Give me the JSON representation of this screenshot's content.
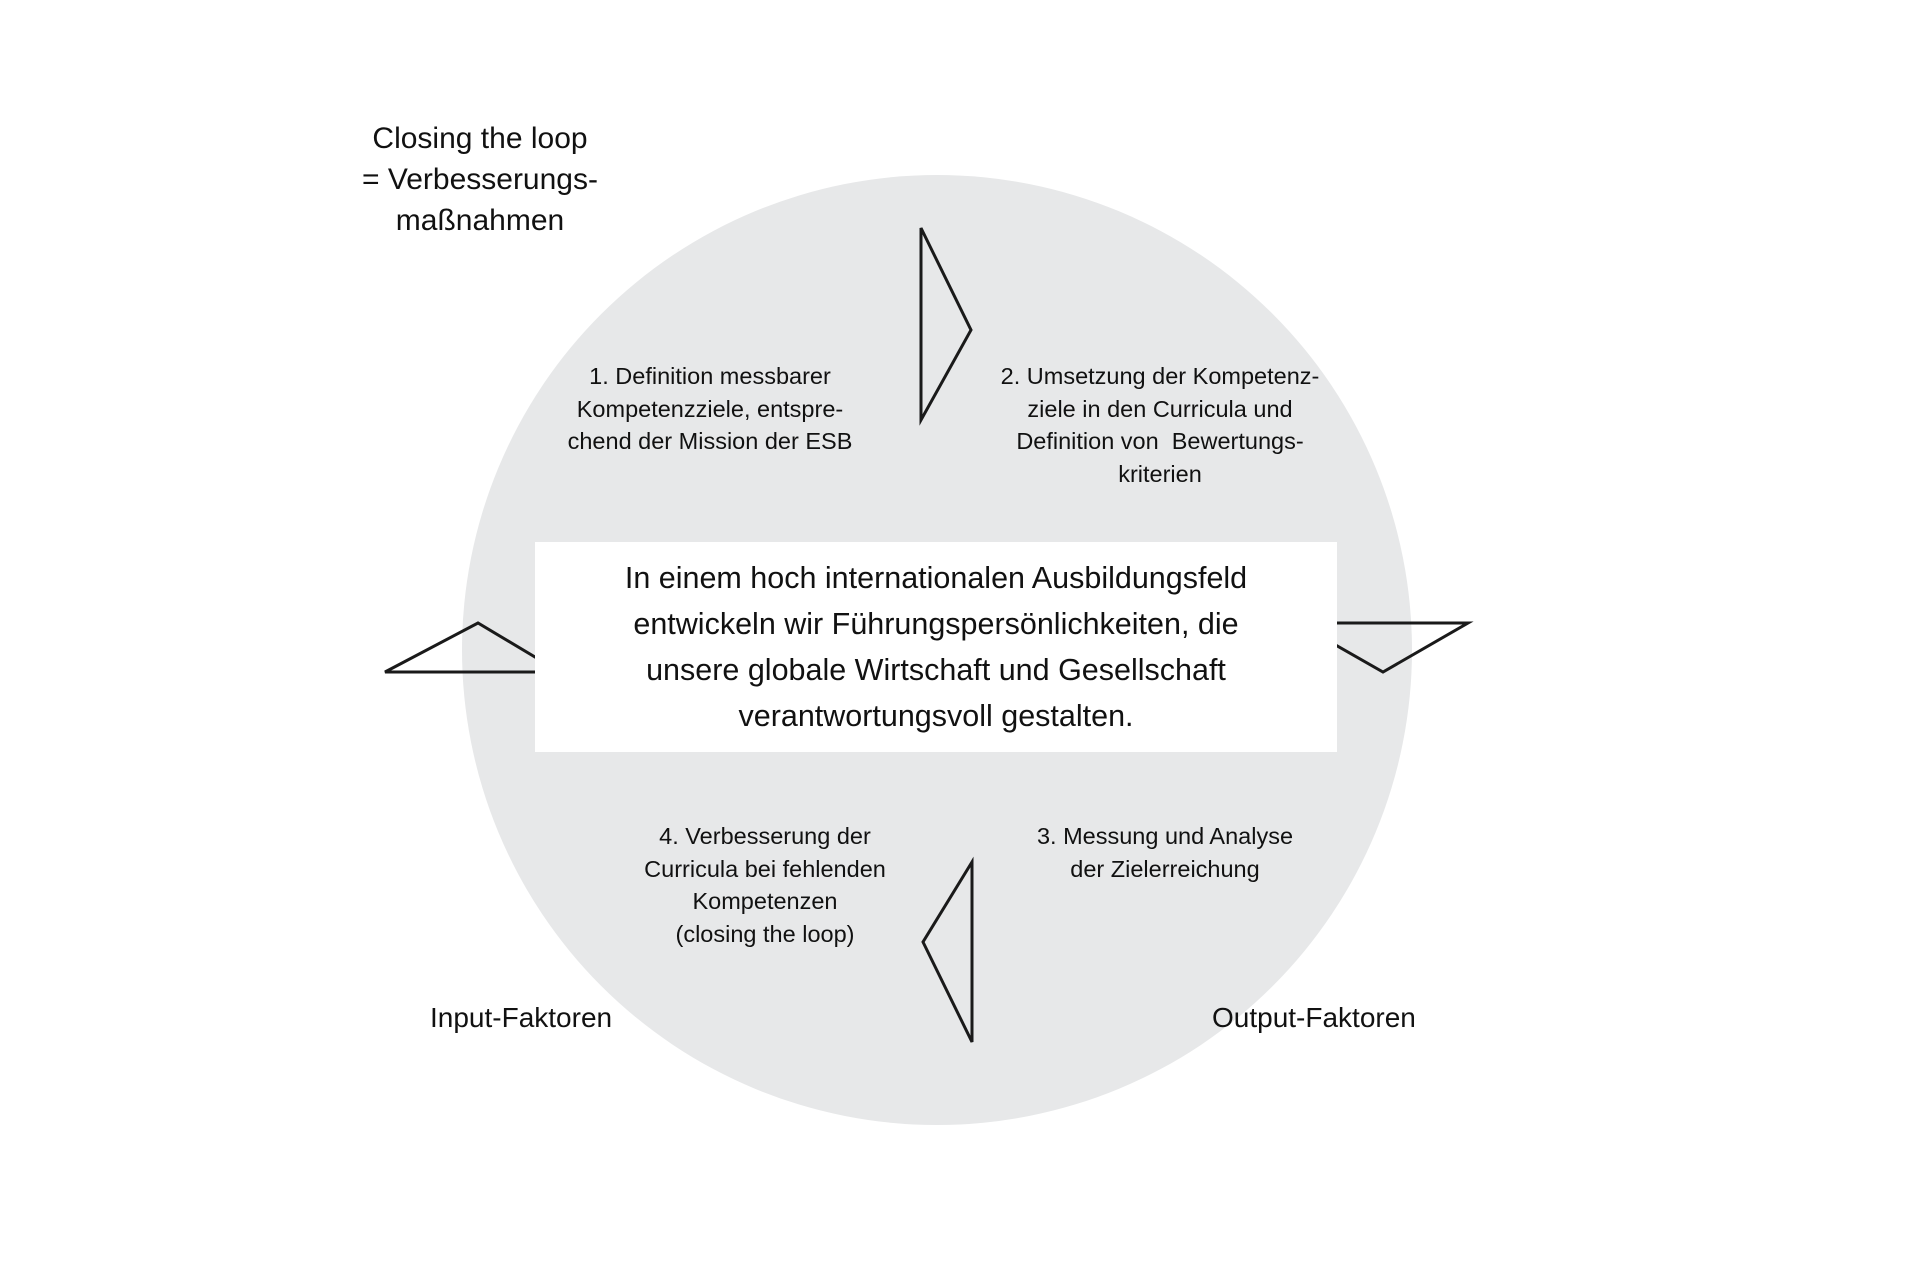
{
  "diagram": {
    "title_block": {
      "name": "closing-the-loop-headline",
      "lines": [
        "Closing the loop",
        "= Verbesserungs-",
        "maßnahmen"
      ]
    },
    "mission_statement": {
      "name": "mission-statement",
      "lines": [
        "In einem hoch internationalen Ausbildungsfeld",
        "entwickeln wir Führungspersönlichkeiten, die",
        "unsere globale Wirtschaft und Gesellschaft",
        "verantwortungsvoll gestalten."
      ]
    },
    "steps": [
      {
        "number": "1",
        "name": "step-1-definition",
        "lines": [
          "1. Definition messbarer",
          "Kompetenzziele, entspre-",
          "chend der Mission der ESB"
        ]
      },
      {
        "number": "2",
        "name": "step-2-umsetzung",
        "lines": [
          "2. Umsetzung der Kompetenz-",
          "ziele in den Curricula und",
          "Definition von  Bewertungs-",
          "kriterien"
        ]
      },
      {
        "number": "3",
        "name": "step-3-messung",
        "lines": [
          "3. Messung und Analyse",
          "der Zielerreichung"
        ]
      },
      {
        "number": "4",
        "name": "step-4-verbesserung",
        "lines": [
          "4. Verbesserung der",
          "Curricula bei fehlenden",
          "Kompetenzen",
          "(closing the loop)"
        ]
      }
    ],
    "side_labels": {
      "input": "Input-Faktoren",
      "output": "Output-Faktoren"
    },
    "arrows": [
      {
        "name": "arrow-top-right",
        "direction": "right"
      },
      {
        "name": "arrow-right-down",
        "direction": "down"
      },
      {
        "name": "arrow-bottom-left",
        "direction": "left"
      },
      {
        "name": "arrow-left-up",
        "direction": "left"
      }
    ],
    "colors": {
      "circle_fill": "#e7e8e9",
      "center_box_fill": "#ffffff",
      "text": "#111111",
      "arrow_stroke": "#1a1a1a",
      "background": "#ffffff"
    }
  }
}
